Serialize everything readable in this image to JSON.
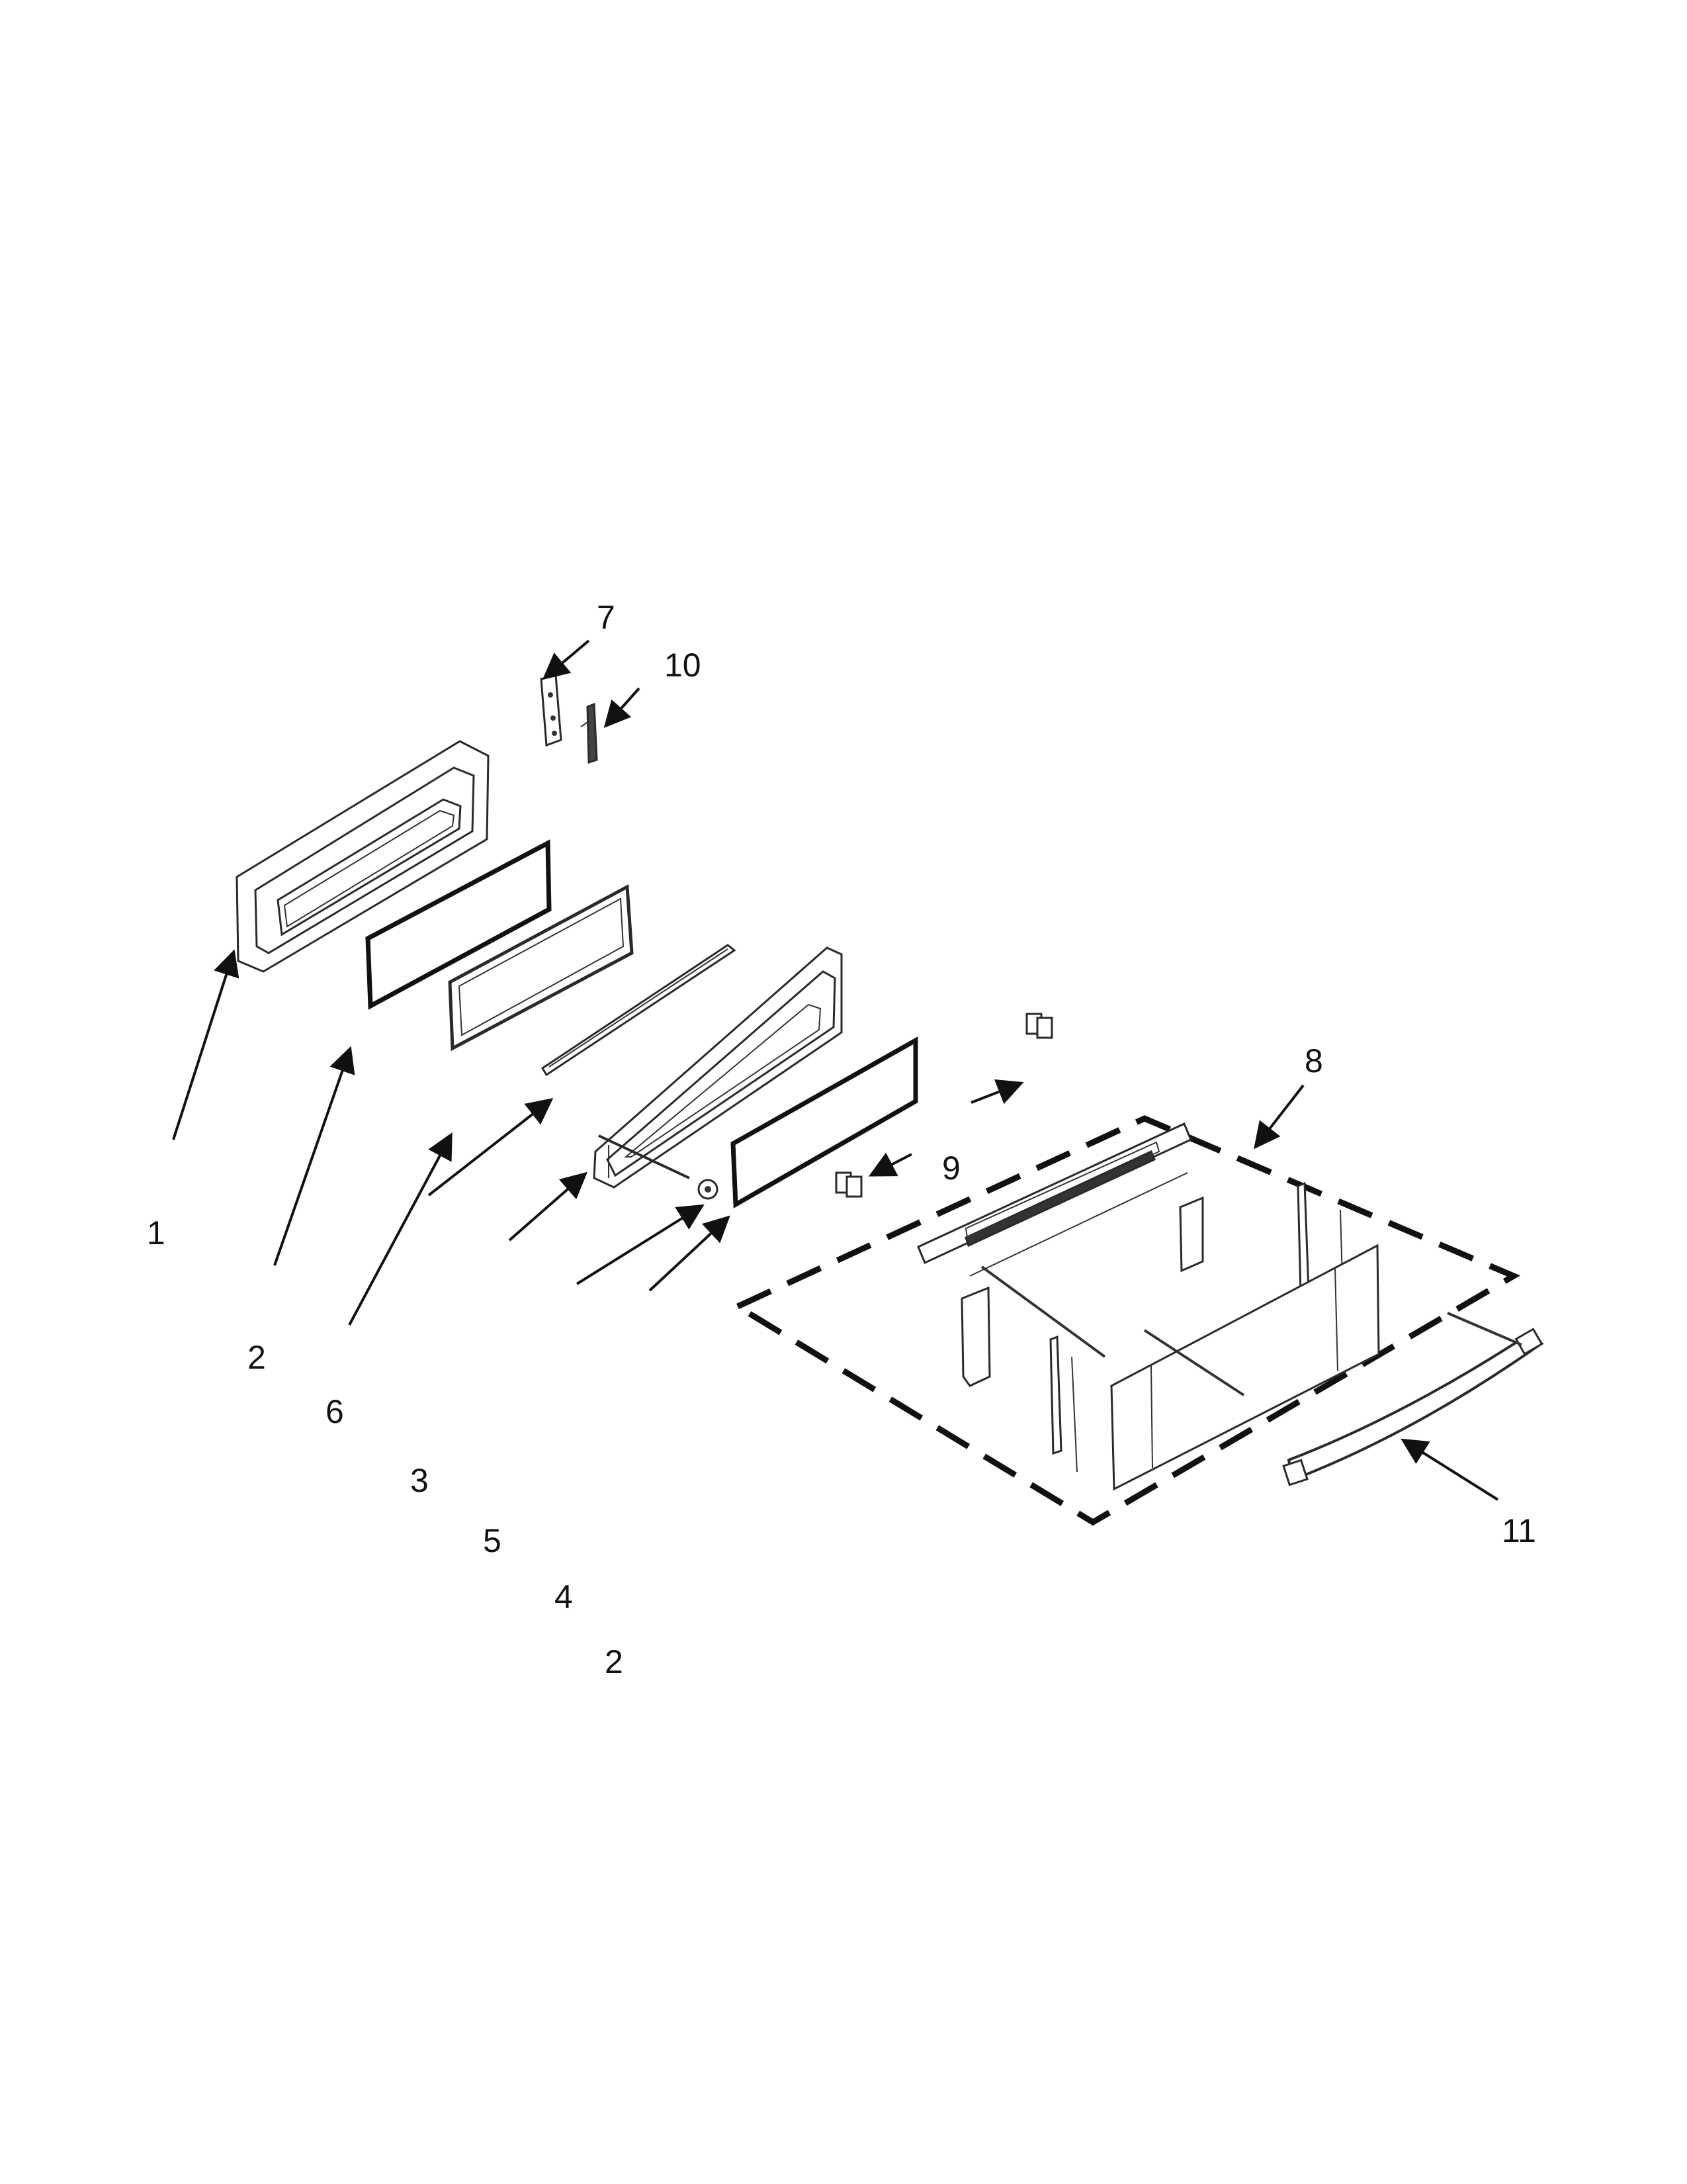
{
  "callouts": {
    "c1": "1",
    "c2a": "2",
    "c2b": "2",
    "c3": "3",
    "c4": "4",
    "c5": "5",
    "c6": "6",
    "c7": "7",
    "c8": "8",
    "c9": "9",
    "c10": "10",
    "c11": "11"
  }
}
